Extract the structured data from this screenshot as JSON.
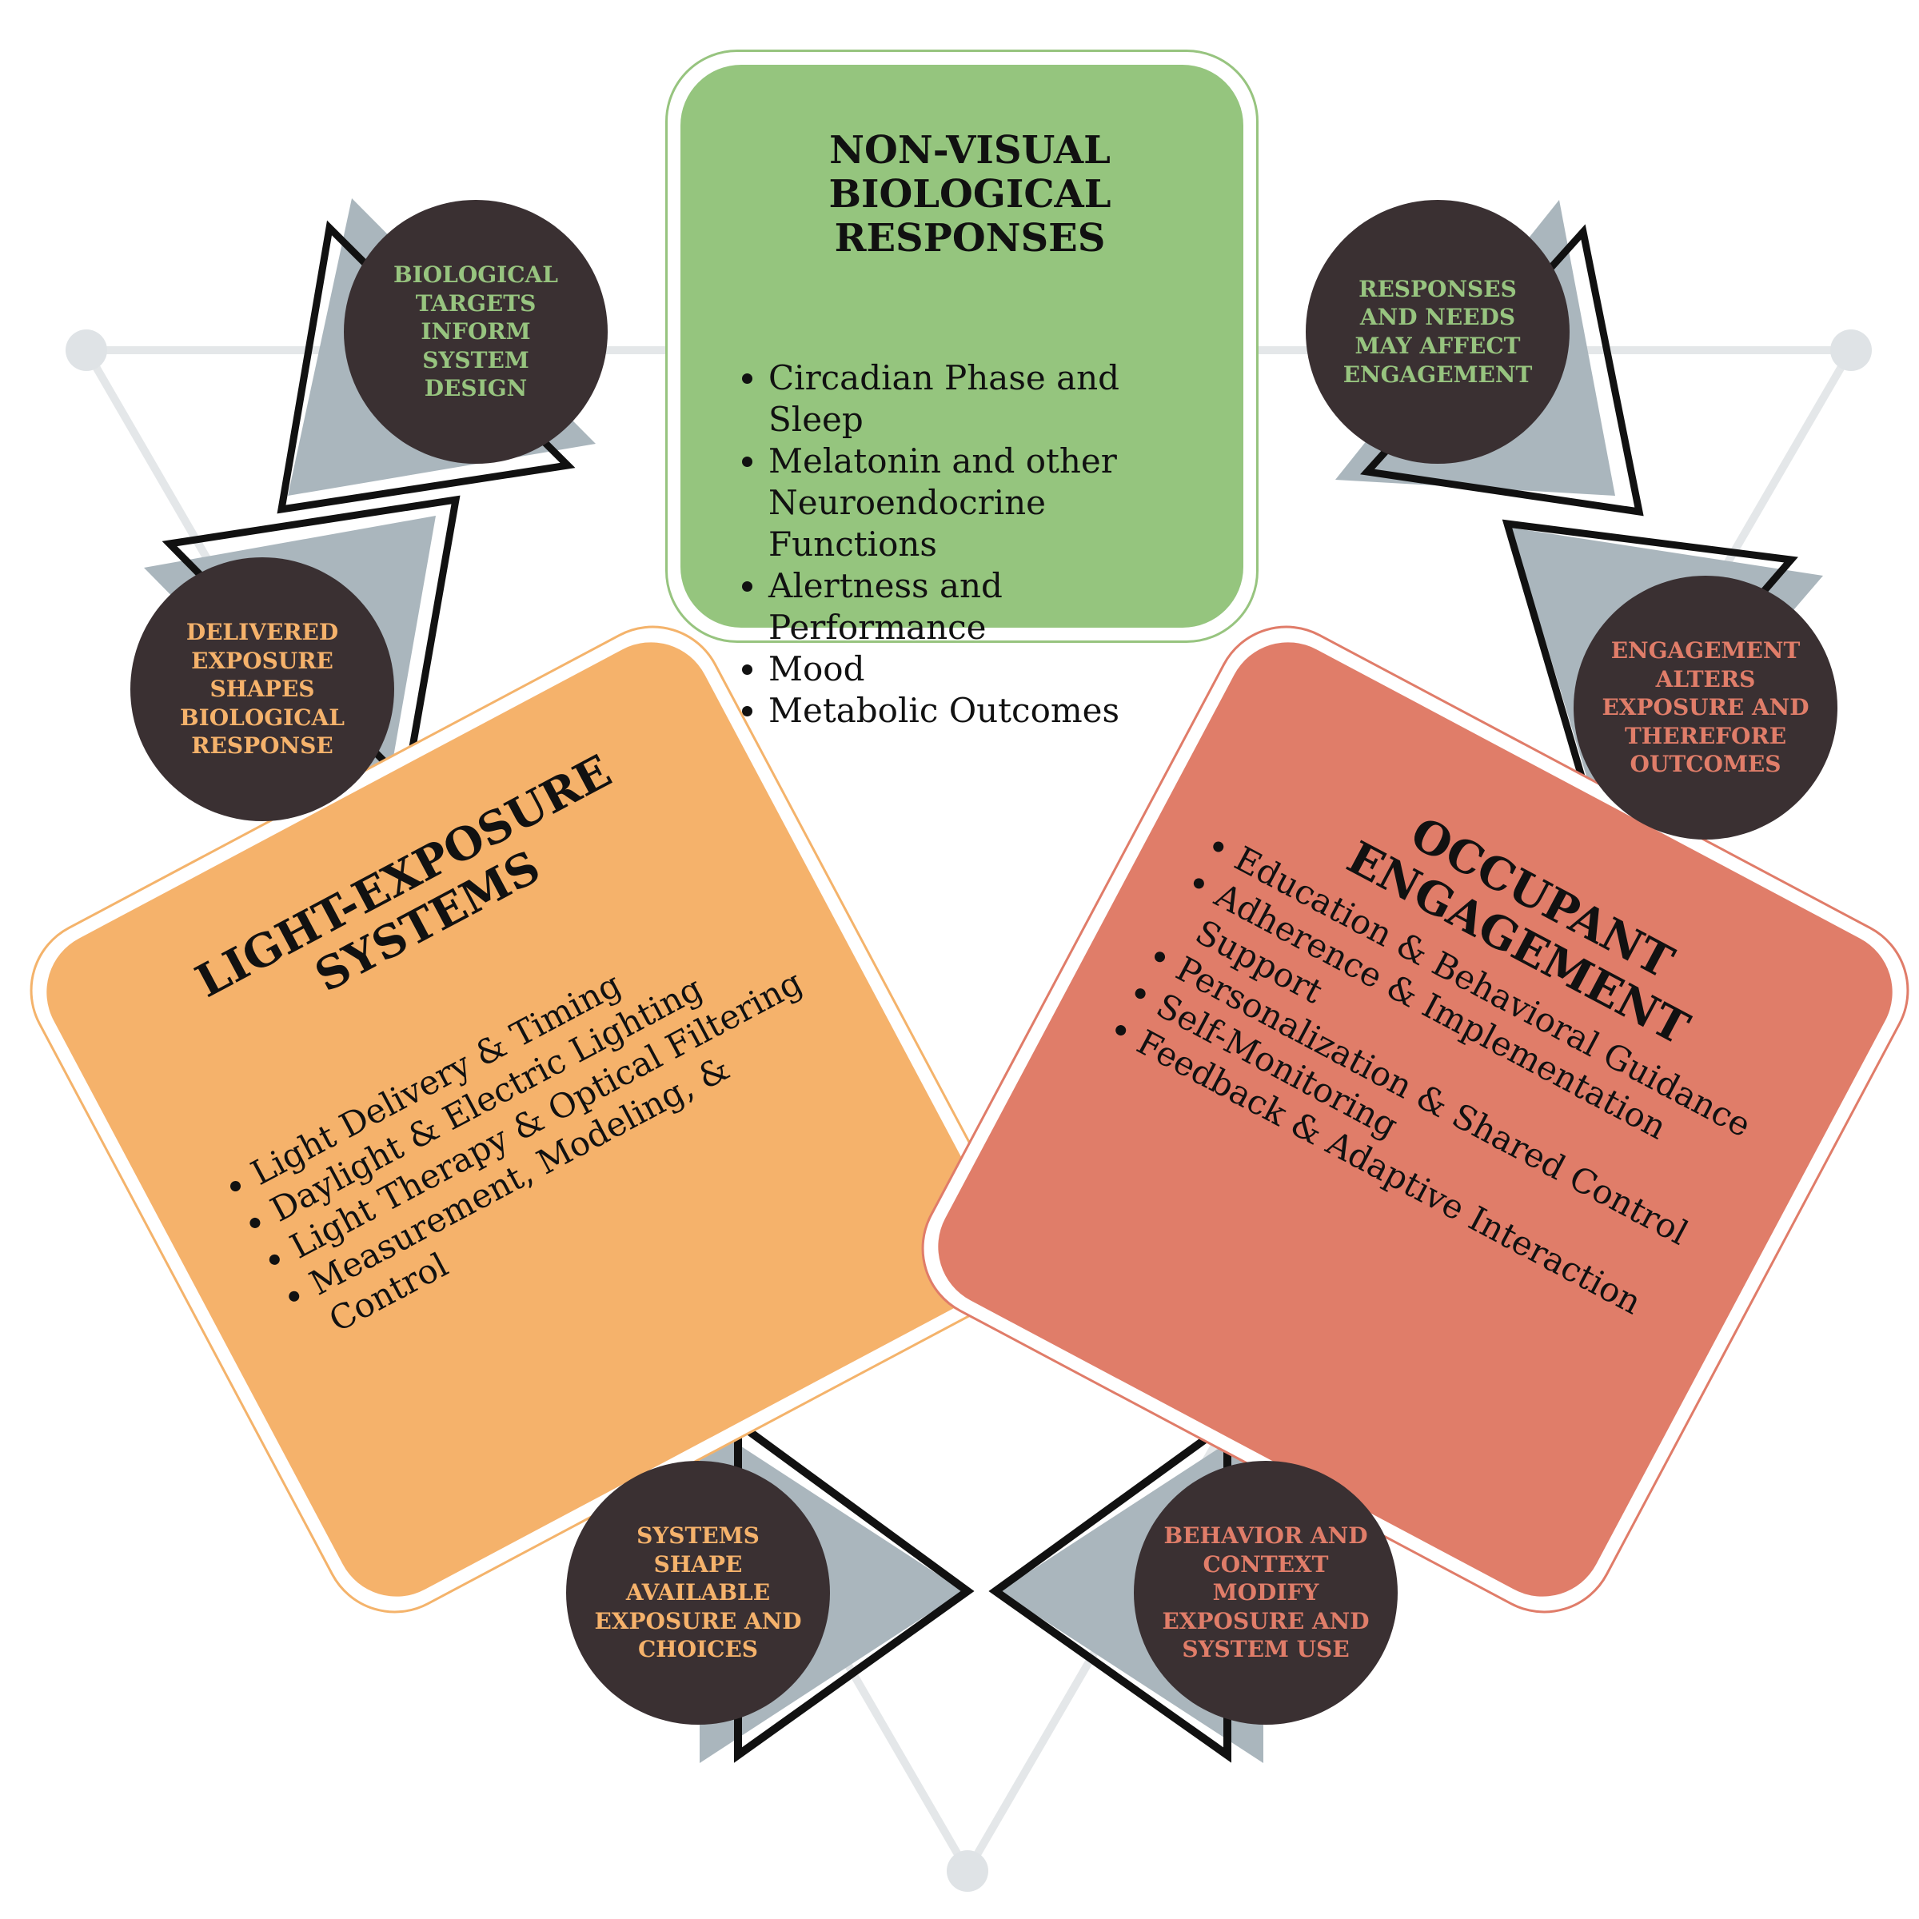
{
  "boxes": {
    "biological": {
      "title": "NON-VISUAL BIOLOGICAL RESPONSES",
      "items": [
        "Circadian Phase and Sleep",
        "Melatonin and other Neuroendocrine Functions",
        "Alertness and Performance",
        "Mood",
        "Metabolic Outcomes"
      ]
    },
    "light": {
      "title": "LIGHT-EXPOSURE SYSTEMS",
      "items": [
        "Light Delivery & Timing",
        "Daylight & Electric Lighting",
        "Light Therapy & Optical Filtering",
        "Measurement, Modeling, & Control"
      ]
    },
    "occupant": {
      "title": "OCCUPANT ENGAGEMENT",
      "items": [
        "Education & Behavioral Guidance",
        "Adherence & Implementation Support",
        "Personalization & Shared Control",
        "Self-Monitoring",
        "Feedback & Adaptive Interaction"
      ]
    }
  },
  "links": {
    "bio_to_light": "BIOLOGICAL TARGETS INFORM SYSTEM DESIGN",
    "light_to_bio": "DELIVERED EXPOSURE SHAPES BIOLOGICAL RESPONSE",
    "bio_to_occupant": "RESPONSES AND NEEDS MAY AFFECT ENGAGEMENT",
    "occupant_to_bio": "ENGAGEMENT ALTERS EXPOSURE AND THEREFORE OUTCOMES",
    "light_to_occupant": "SYSTEMS SHAPE AVAILABLE EXPOSURE AND CHOICES",
    "occupant_to_light": "BEHAVIOR AND CONTEXT MODIFY EXPOSURE AND SYSTEM USE"
  },
  "colors": {
    "biological": "#95c57e",
    "light": "#f5b26b",
    "occupant": "#e07d69",
    "node": "#3a3032",
    "arrow_fill": "#aab6bd",
    "background_lines": "#e3e6e8"
  }
}
